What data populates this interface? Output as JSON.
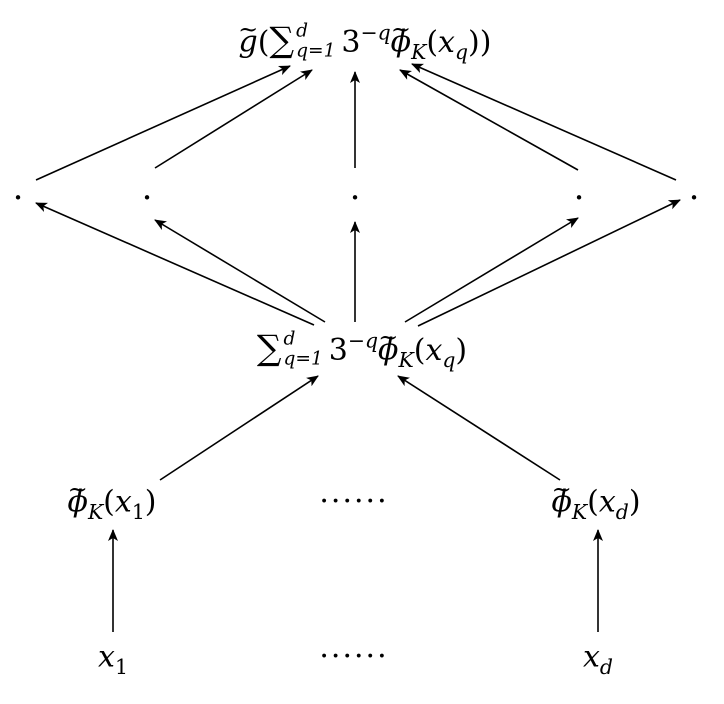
{
  "diagram": {
    "nodes": {
      "top": {
        "fn": "g",
        "tilde": "~",
        "open": "(",
        "sum_symbol": "∑",
        "sum_upper": "d",
        "sum_lower": "q=1",
        "base": "3",
        "exponent": "−q",
        "phi": "ϕ",
        "phi_sub": "K",
        "arg_open": "(",
        "arg_var": "x",
        "arg_sub": "q",
        "arg_close": ")",
        "close": ")"
      },
      "hidden": [
        ".",
        ".",
        ".",
        ".",
        "."
      ],
      "mid": {
        "sum_symbol": "∑",
        "sum_upper": "d",
        "sum_lower": "q=1",
        "base": "3",
        "exponent": "−q",
        "phi": "ϕ",
        "tilde": "~",
        "phi_sub": "K",
        "arg_open": "(",
        "arg_var": "x",
        "arg_sub": "q",
        "arg_close": ")"
      },
      "phi_left": {
        "phi": "ϕ",
        "tilde": "~",
        "phi_sub": "K",
        "open": "(",
        "var": "x",
        "sub": "1",
        "close": ")"
      },
      "phi_dots": "······",
      "phi_right": {
        "phi": "ϕ",
        "tilde": "~",
        "phi_sub": "K",
        "open": "(",
        "var": "x",
        "sub": "d",
        "close": ")"
      },
      "x_left": {
        "var": "x",
        "sub": "1"
      },
      "x_dots": "······",
      "x_right": {
        "var": "x",
        "sub": "d"
      }
    },
    "edges": [
      {
        "from": "input-x-1",
        "to": "phi-x-1"
      },
      {
        "from": "input-x-d",
        "to": "phi-x-d"
      },
      {
        "from": "phi-x-1",
        "to": "sum-node"
      },
      {
        "from": "phi-x-d",
        "to": "sum-node"
      },
      {
        "from": "sum-node",
        "to": "hidden-dot-1"
      },
      {
        "from": "sum-node",
        "to": "hidden-dot-2"
      },
      {
        "from": "sum-node",
        "to": "hidden-dot-3"
      },
      {
        "from": "sum-node",
        "to": "hidden-dot-4"
      },
      {
        "from": "sum-node",
        "to": "hidden-dot-5"
      },
      {
        "from": "hidden-dot-1",
        "to": "output-node"
      },
      {
        "from": "hidden-dot-2",
        "to": "output-node"
      },
      {
        "from": "hidden-dot-3",
        "to": "output-node"
      },
      {
        "from": "hidden-dot-4",
        "to": "output-node"
      },
      {
        "from": "hidden-dot-5",
        "to": "output-node"
      }
    ]
  }
}
